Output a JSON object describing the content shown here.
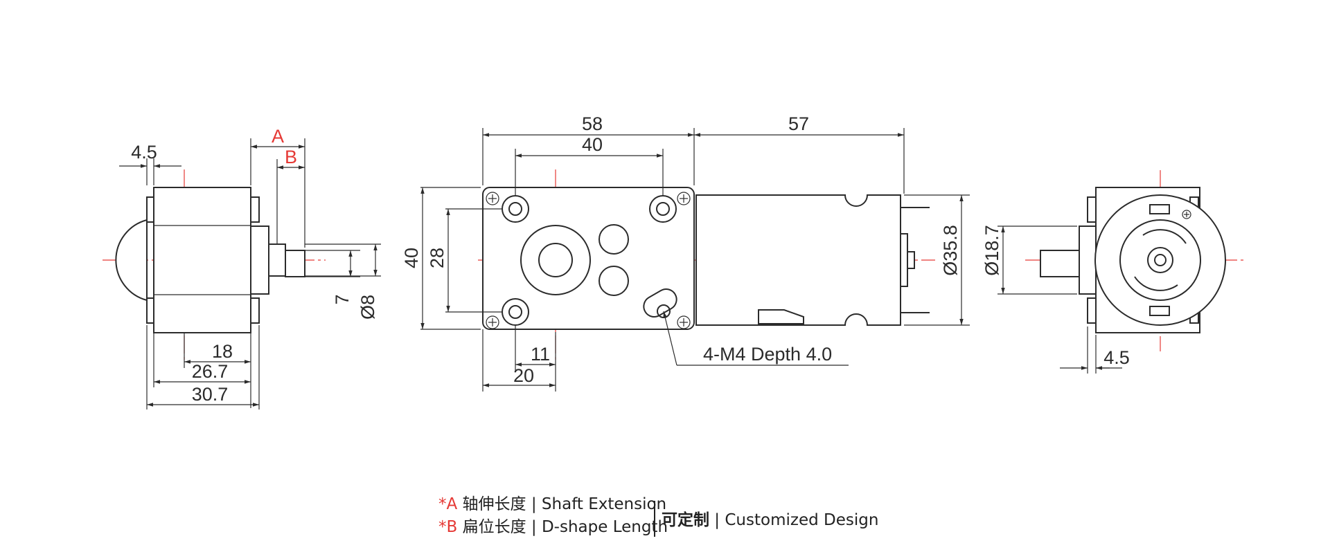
{
  "side_view": {
    "dims": {
      "flange_gap": "4.5",
      "shaft_ext": "A",
      "d_shape": "B",
      "body_width": "18",
      "total_depth": "26.7",
      "overall_depth": "30.7",
      "flat_height": "7",
      "shaft_dia": "Ø8"
    }
  },
  "front_view": {
    "dims": {
      "gearbox_length": "58",
      "motor_length": "57",
      "hole_spacing_x": "40",
      "gearbox_height": "40",
      "hole_spacing_y": "28",
      "hole_offset_x": "11",
      "shaft_offset_x": "20",
      "motor_dia": "Ø35.8"
    },
    "callout": "4-M4 Depth 4.0"
  },
  "end_view": {
    "dims": {
      "boss_dia": "Ø18.7",
      "flange_gap": "4.5"
    }
  },
  "legend": {
    "rows": [
      {
        "mark": "*A",
        "cn": "轴伸长度",
        "sep": " | ",
        "en": "Shaft Extension"
      },
      {
        "mark": "*B",
        "cn": "扁位长度",
        "sep": " | ",
        "en": "D-shape Length"
      }
    ],
    "custom_cn": "可定制",
    "custom_sep": " | ",
    "custom_en": "Customized Design"
  },
  "colors": {
    "line": "#2b2b2b",
    "centerline": "#e53935",
    "highlight": "#e53935"
  }
}
